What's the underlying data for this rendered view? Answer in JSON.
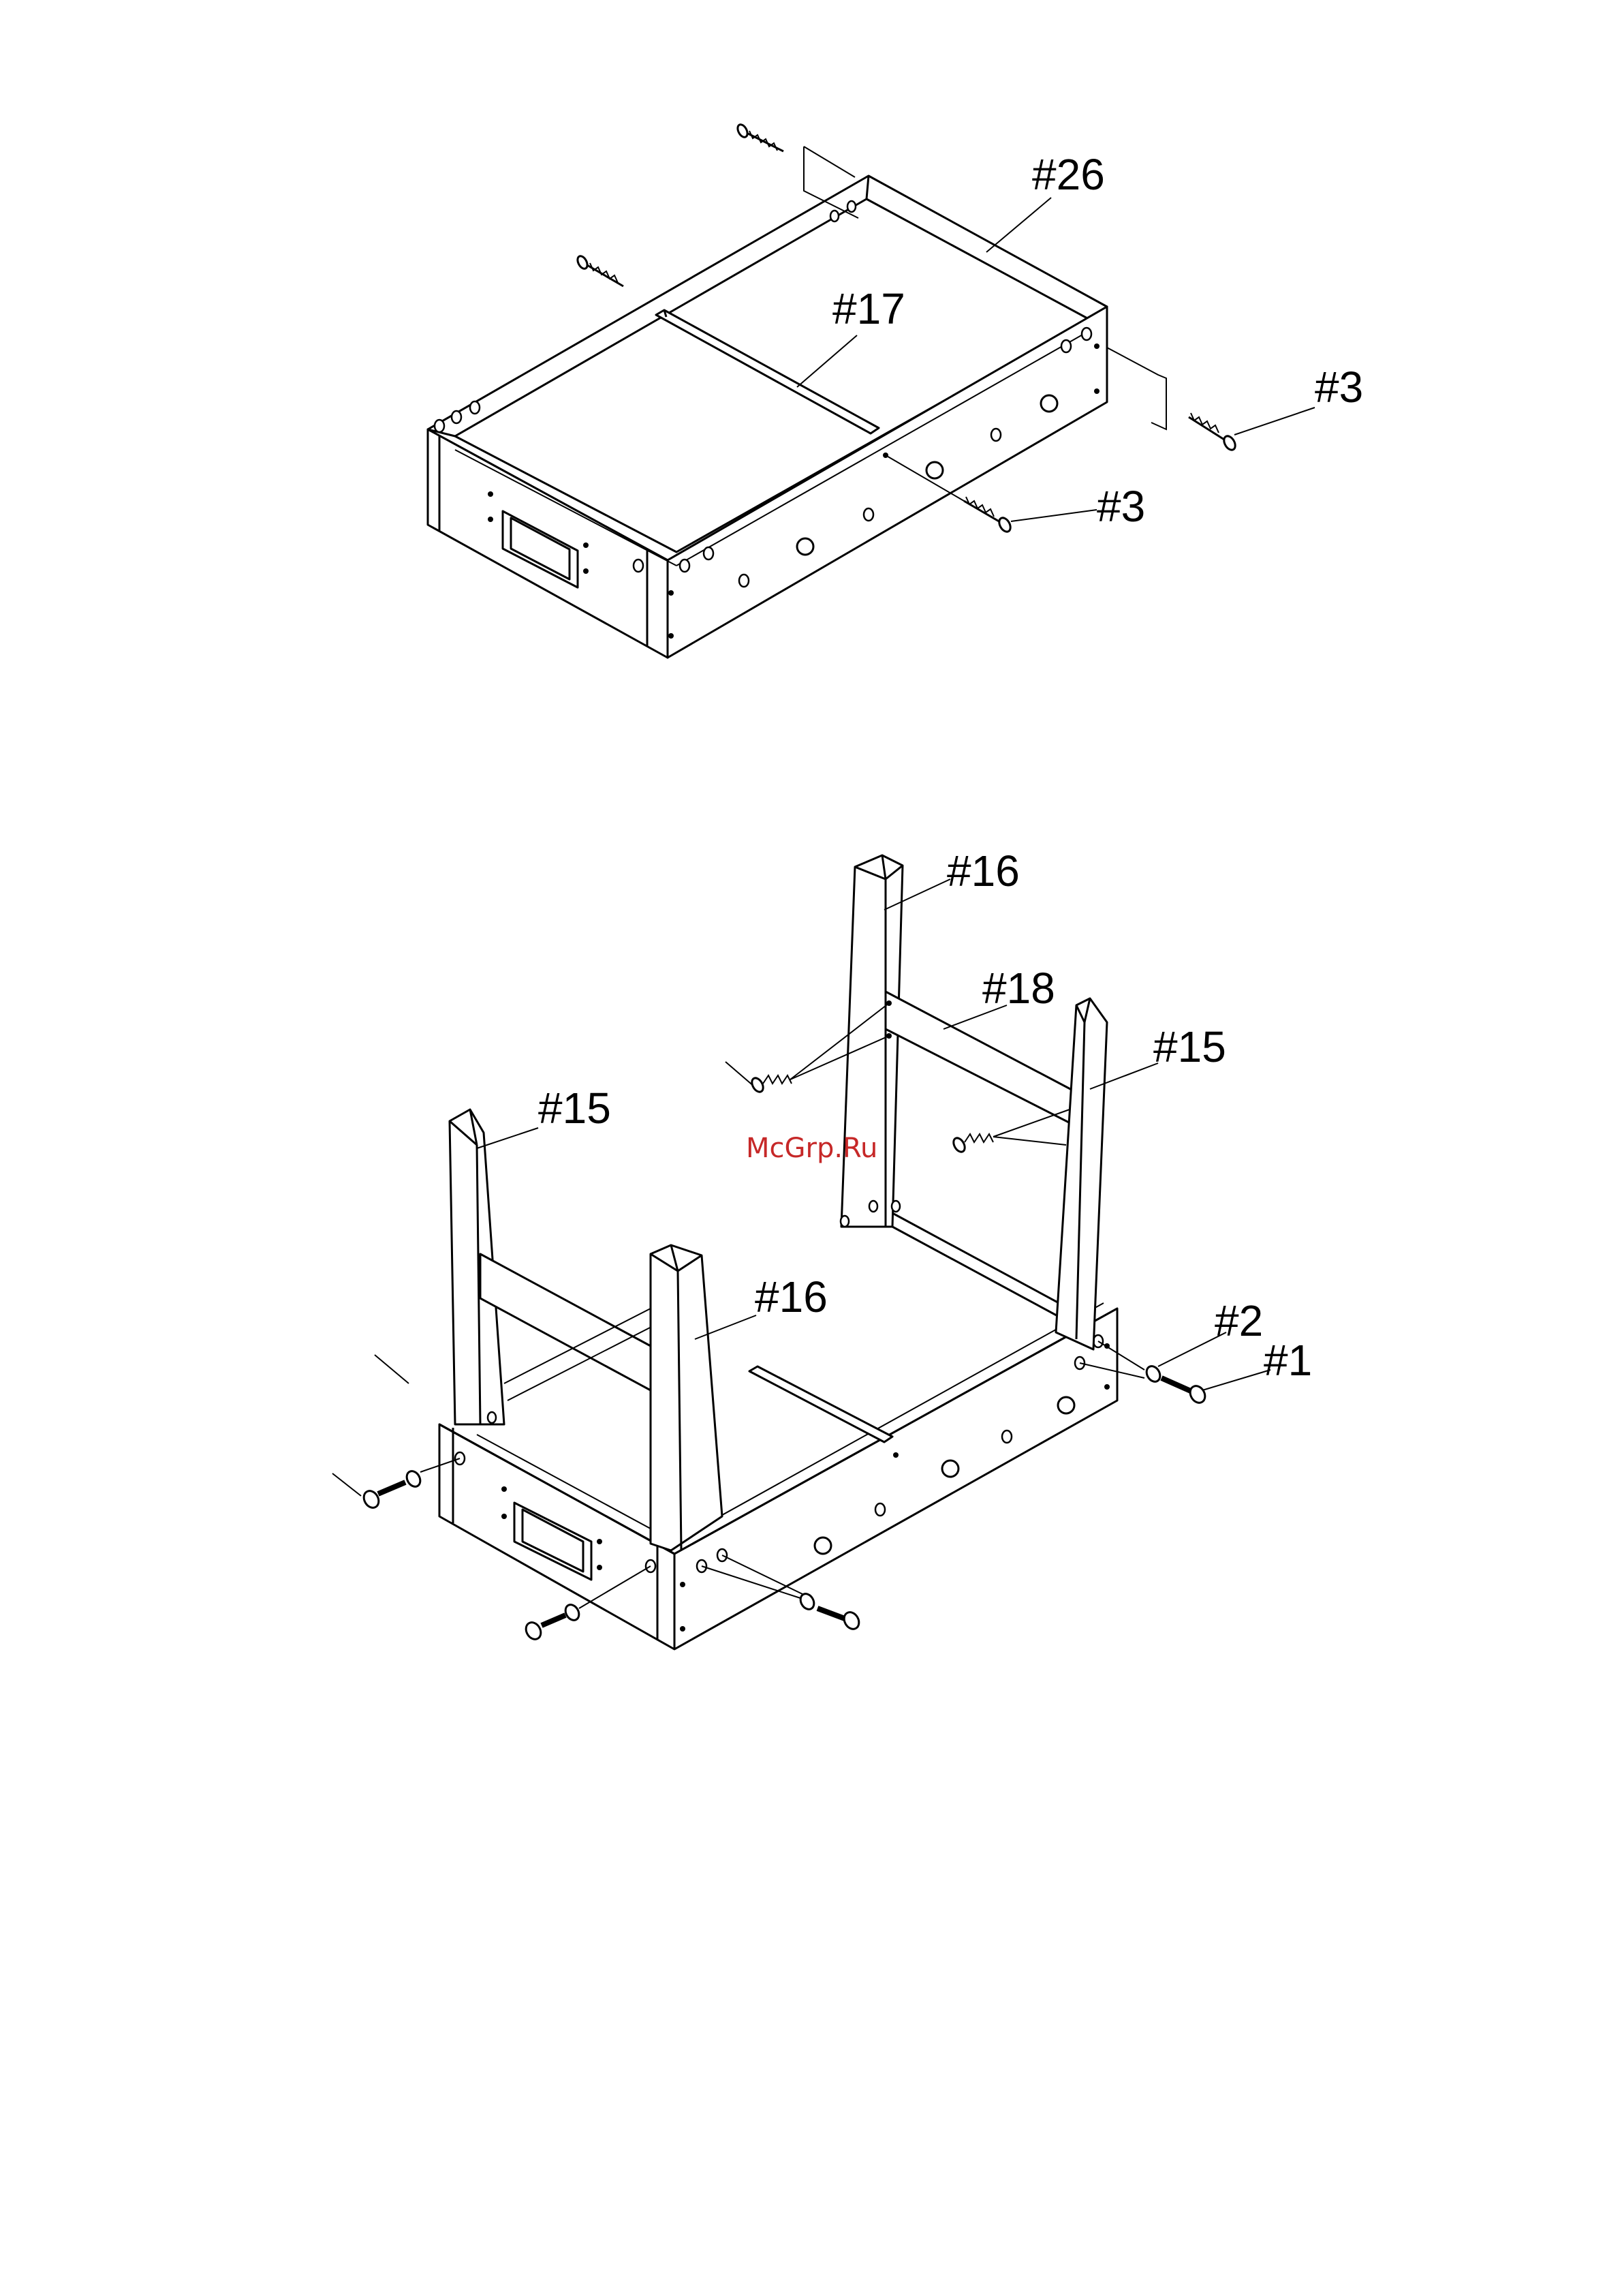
{
  "diagram_1": {
    "labels": {
      "part_26": "#26",
      "part_17": "#17",
      "part_3_right": "#3",
      "part_3_front": "#3"
    }
  },
  "diagram_2": {
    "labels": {
      "part_16_back": "#16",
      "part_18": "#18",
      "part_15_right": "#15",
      "part_15_left": "#15",
      "part_16_front": "#16",
      "part_2": "#2",
      "part_1": "#1"
    }
  },
  "watermark": "McGrp.Ru"
}
